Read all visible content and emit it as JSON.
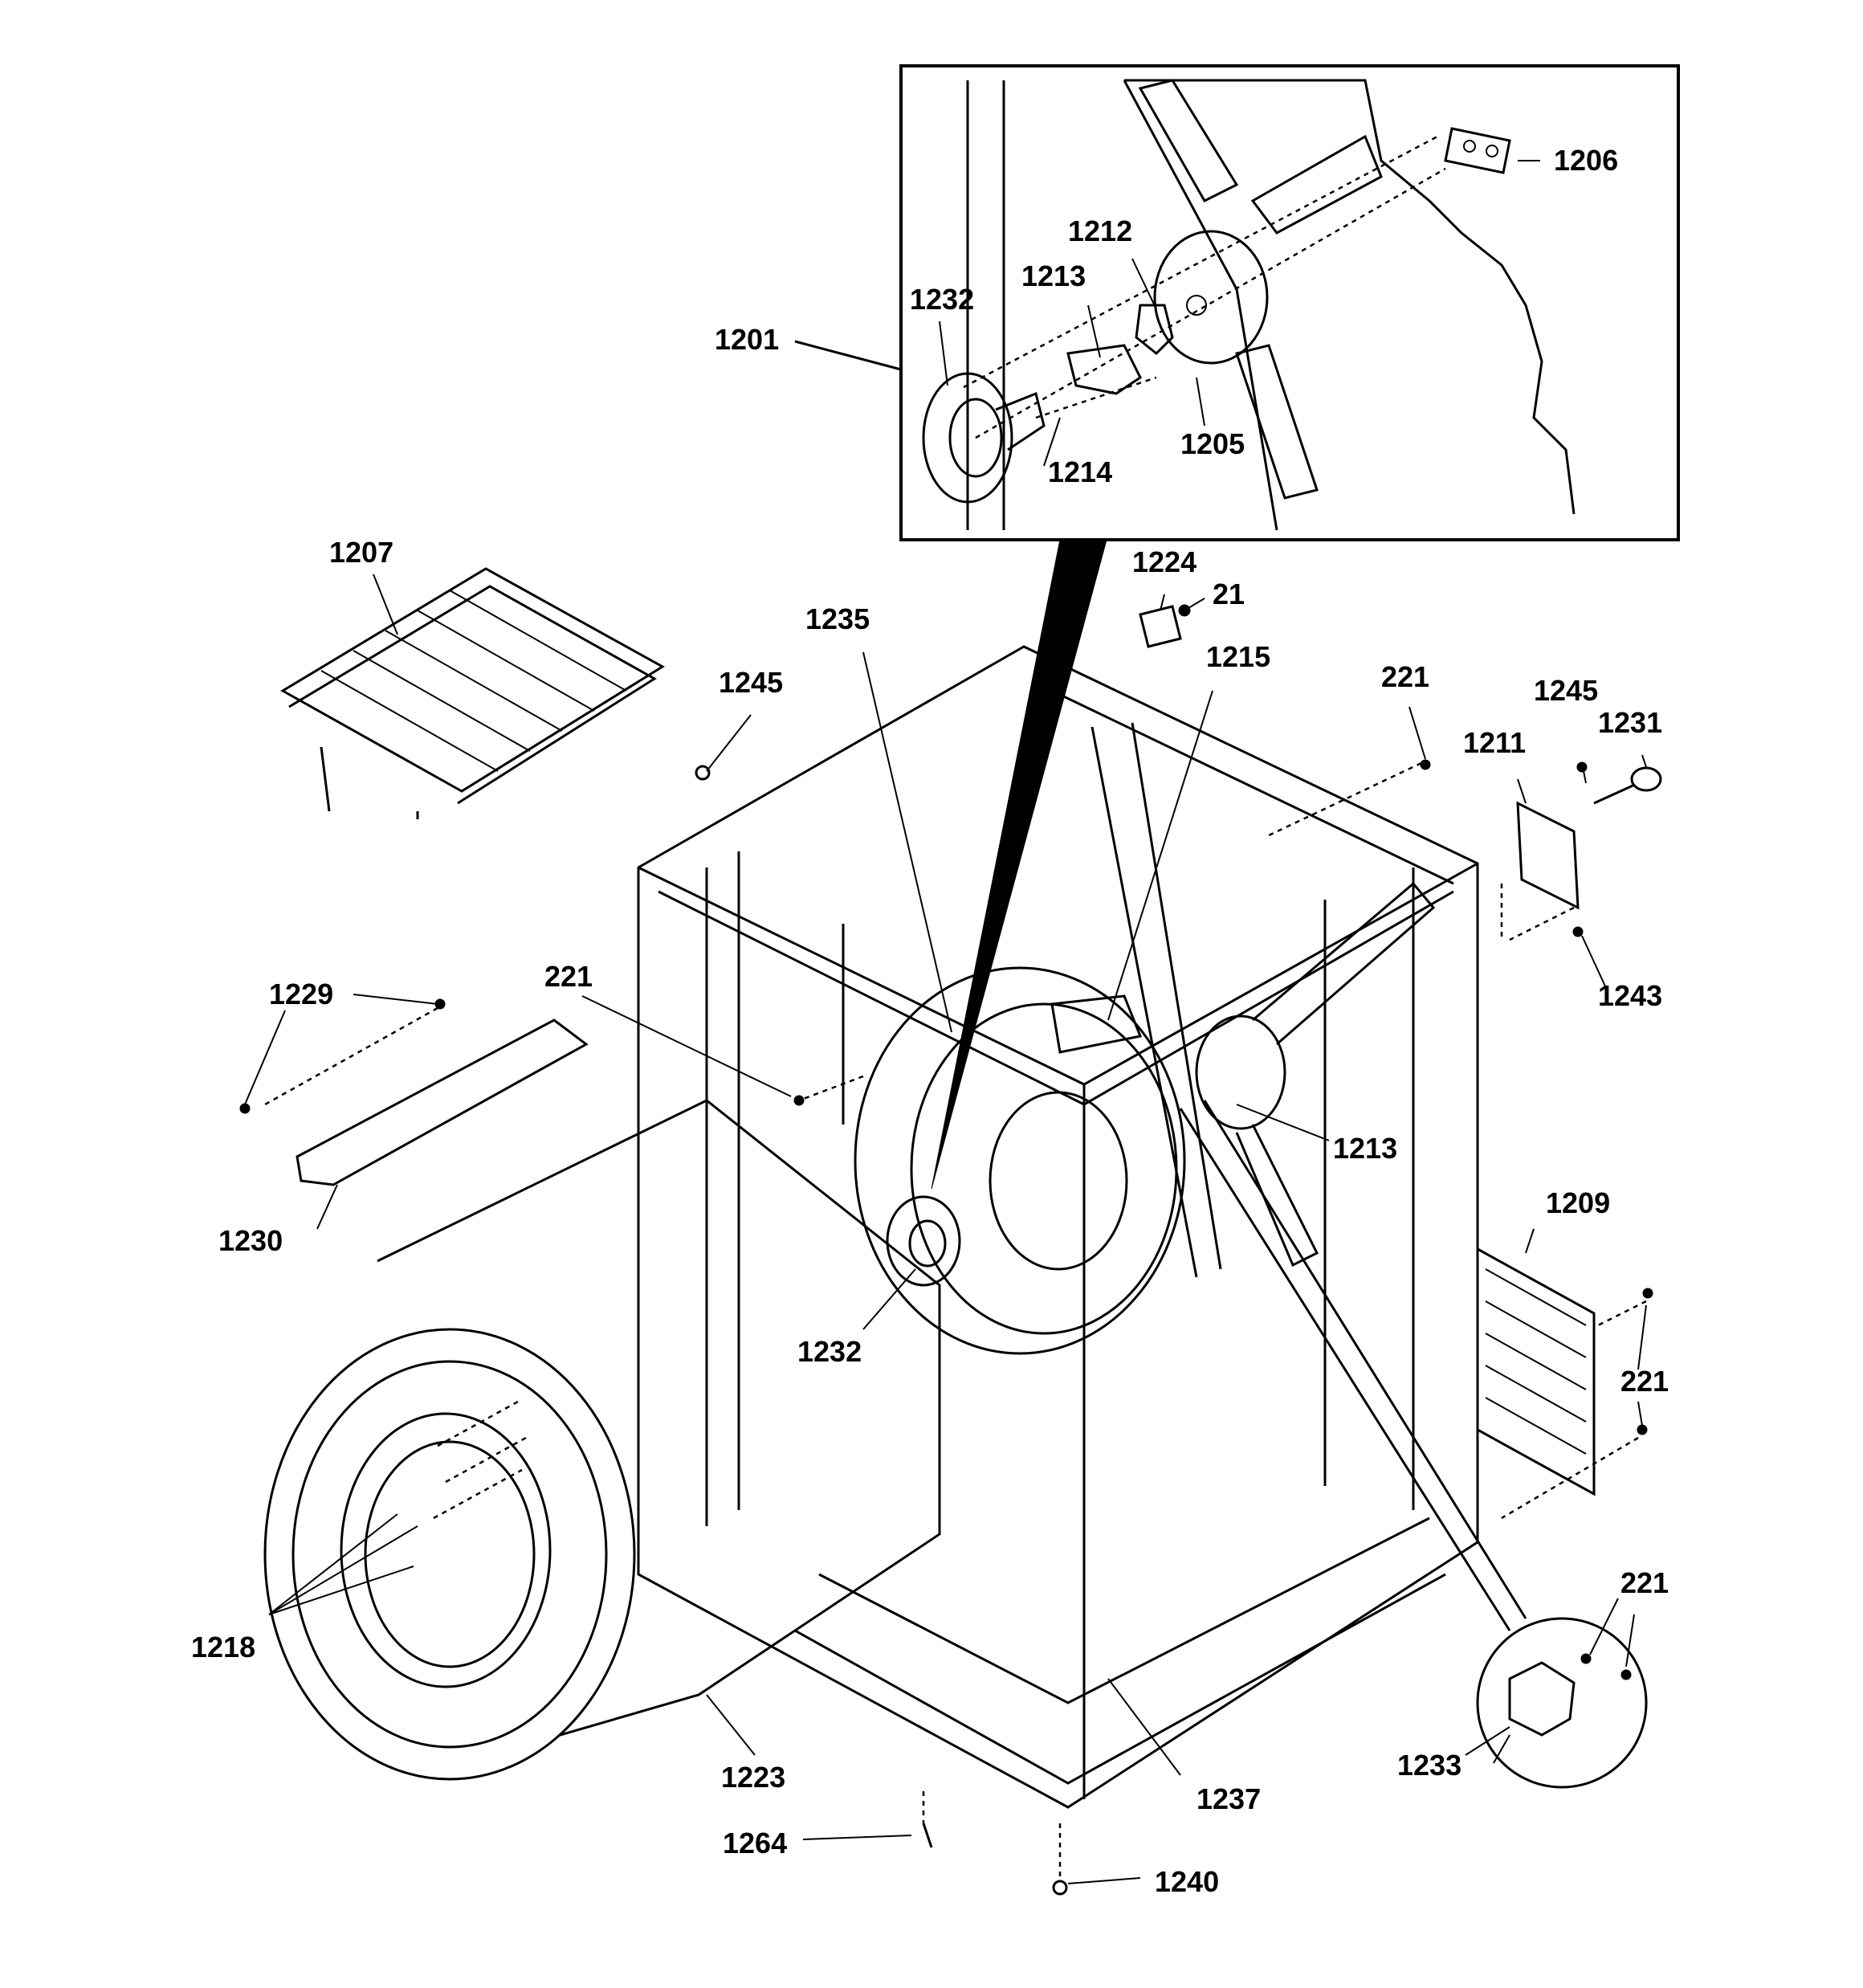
{
  "labels": {
    "l1206": "1206",
    "l1212": "1212",
    "l1213a": "1213",
    "l1232a": "1232",
    "l1201": "1201",
    "l1205": "1205",
    "l1214": "1214",
    "l1207": "1207",
    "l1224": "1224",
    "l21": "21",
    "l1235": "1235",
    "l1215": "1215",
    "l1245a": "1245",
    "l221a": "221",
    "l1245b": "1245",
    "l1231": "1231",
    "l1211": "1211",
    "l221b": "221",
    "l1229": "1229",
    "l1243": "1243",
    "l1213b": "1213",
    "l1230": "1230",
    "l1209": "1209",
    "l1232b": "1232",
    "l221c": "221",
    "l221d": "221",
    "l1218": "1218",
    "l1223": "1223",
    "l1233": "1233",
    "l1237": "1237",
    "l1264": "1264",
    "l1240": "1240"
  }
}
